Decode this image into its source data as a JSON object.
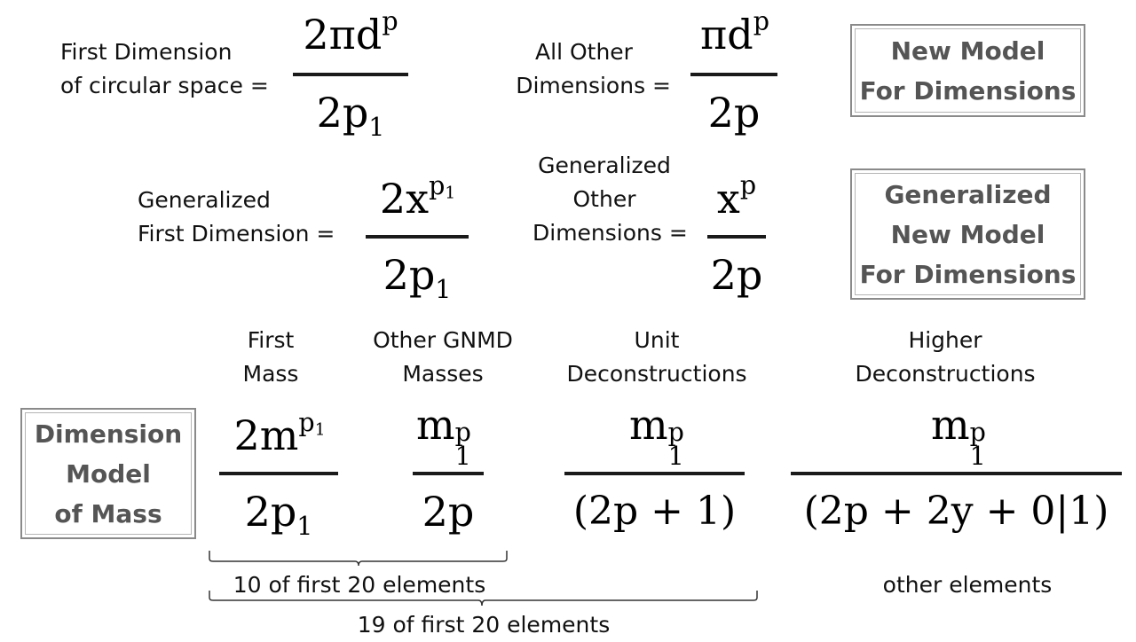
{
  "row1": {
    "first_dim_label": [
      "First Dimension",
      "of circular space  ="
    ],
    "first_dim_numerator": {
      "coef": "2πd",
      "sup": "p"
    },
    "first_dim_denominator": {
      "base": "2p",
      "sub": "1"
    },
    "other_dim_label": [
      "All Other",
      "Dimensions ="
    ],
    "other_dim_numerator": {
      "base": "πd",
      "sup": "p"
    },
    "other_dim_denominator": "2p",
    "box_lines": [
      "New Model",
      "For Dimensions"
    ]
  },
  "row2": {
    "first_dim_label": [
      "Generalized",
      "First Dimension  ="
    ],
    "first_dim_numerator": {
      "base": "2x",
      "sup": "p",
      "supsub": "1"
    },
    "first_dim_denominator": {
      "base": "2p",
      "sub": "1"
    },
    "other_dim_label": [
      "Generalized",
      "Other",
      "Dimensions ="
    ],
    "other_dim_numerator": {
      "base": "x",
      "sup": "p"
    },
    "other_dim_denominator": "2p",
    "box_lines": [
      "Generalized",
      "New Model",
      "For Dimensions"
    ]
  },
  "row3": {
    "box_lines": [
      "Dimension",
      "Model",
      "of Mass"
    ],
    "headers": {
      "first_mass": [
        "First",
        "Mass"
      ],
      "other_masses": [
        "Other GNMD",
        "Masses"
      ],
      "unit": [
        "Unit",
        "Deconstructions"
      ],
      "higher": [
        "Higher",
        "Deconstructions"
      ]
    },
    "first_mass": {
      "numerator": {
        "base": "2m",
        "sup": "p",
        "supsub": "1"
      },
      "denominator": {
        "base": "2p",
        "sub": "1"
      }
    },
    "other_masses": {
      "numerator": {
        "base": "m",
        "sup": "p",
        "sub": "1"
      },
      "denominator": "2p"
    },
    "unit": {
      "numerator": {
        "base": "m",
        "sup": "p",
        "sub": "1"
      },
      "denominator": "(2p + 1)"
    },
    "higher": {
      "numerator": {
        "base": "m",
        "sup": "p",
        "sub": "1"
      },
      "denominator": "(2p + 2y + 0|1)"
    }
  },
  "braces": {
    "short_label": "10 of first 20 elements",
    "long_label": "19 of first 20 elements",
    "other_label": "other elements"
  }
}
